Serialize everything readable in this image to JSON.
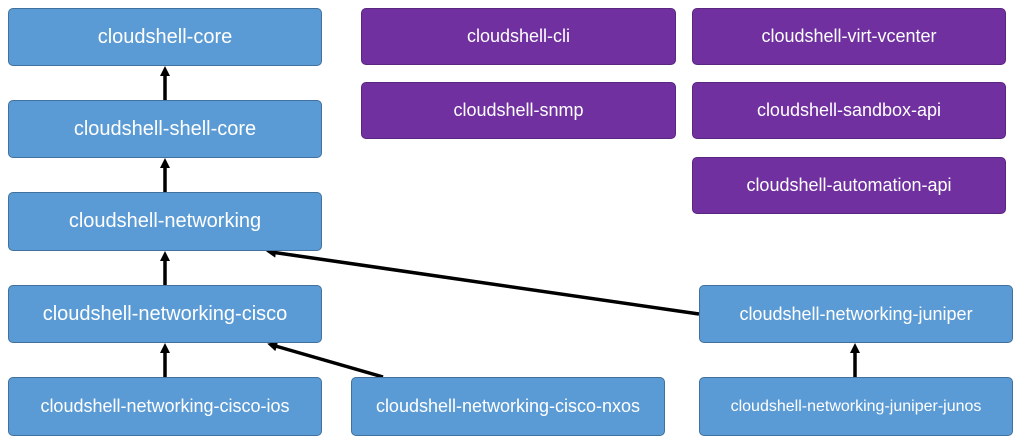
{
  "diagram": {
    "nodes": {
      "core": "cloudshell-core",
      "shell_core": "cloudshell-shell-core",
      "networking": "cloudshell-networking",
      "networking_cisco": "cloudshell-networking-cisco",
      "networking_cisco_ios": "cloudshell-networking-cisco-ios",
      "networking_cisco_nxos": "cloudshell-networking-cisco-nxos",
      "networking_juniper": "cloudshell-networking-juniper",
      "networking_juniper_junos": "cloudshell-networking-juniper-junos",
      "cli": "cloudshell-cli",
      "snmp": "cloudshell-snmp",
      "virt_vcenter": "cloudshell-virt-vcenter",
      "sandbox_api": "cloudshell-sandbox-api",
      "automation_api": "cloudshell-automation-api"
    },
    "colors": {
      "dependency_box": "#5b9bd5",
      "standalone_box": "#7030a0",
      "arrow": "#000000"
    },
    "edges": [
      {
        "from": "shell_core",
        "to": "core"
      },
      {
        "from": "networking",
        "to": "shell_core"
      },
      {
        "from": "networking_cisco",
        "to": "networking"
      },
      {
        "from": "networking_cisco_ios",
        "to": "networking_cisco"
      },
      {
        "from": "networking_cisco_nxos",
        "to": "networking_cisco"
      },
      {
        "from": "networking_juniper",
        "to": "networking"
      },
      {
        "from": "networking_juniper_junos",
        "to": "networking_juniper"
      }
    ]
  }
}
